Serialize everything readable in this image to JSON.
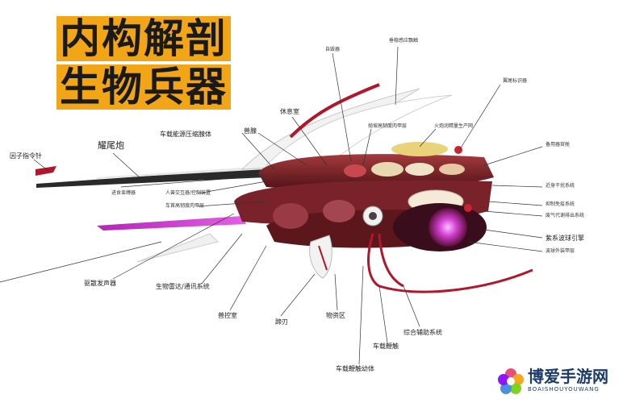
{
  "title": {
    "line1": "内构解剖",
    "line2": "生物兵器"
  },
  "labels": {
    "yinzi": "因子指令针",
    "yaowei": "耀尾炮",
    "jinjia": "进食束缚器",
    "nengyuan": "车载能源压缩腺体",
    "shouxian": "兽腺",
    "xiuxi": "休息室",
    "zibao": "自毁器",
    "chuifu": "垂稳感应飘触",
    "yingwei": "翼尾标识器",
    "beiyong": "备用器官舱",
    "jinshen": "近身干扰系统",
    "yizhi": "抑制免疫系统",
    "feiqi": "废气代谢排出系统",
    "zixi": "紫系波球引擎",
    "boqiu": "波球外装甲层",
    "zonghe": "综合辅助系统",
    "chezai_bian": "车载鞭触",
    "chezai_youti": "车载鞭触幼体",
    "wuzi": "物资区",
    "tiren": "蹄刃",
    "shoukong": "兽控室",
    "shengwu": "生物雷达/通讯系统",
    "qusan": "驱散发声器",
    "small1": "抛坡高韧度肉甲层",
    "small2": "火炮润精量生产网",
    "small3": "人兽交互器/控制装置",
    "small4": "车首高韧度肉甲层"
  },
  "brand": {
    "name": "博爱手游网",
    "sub": "BOAISHOUYOUWANG"
  }
}
